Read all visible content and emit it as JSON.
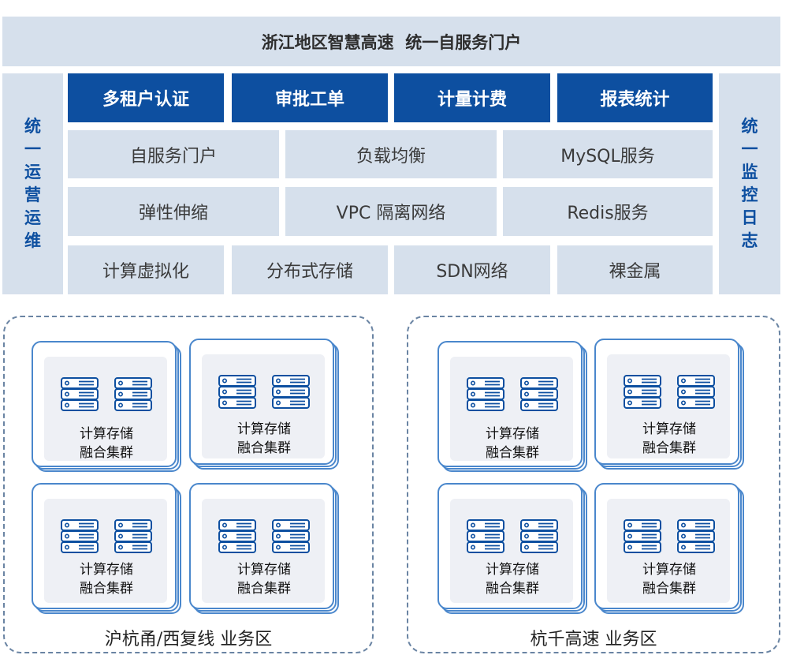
{
  "header": {
    "title": "浙江地区智慧高速  统一自服务门户"
  },
  "left_column": {
    "chars": [
      "统",
      "一",
      "运",
      "营",
      "运",
      "维"
    ]
  },
  "right_column": {
    "chars": [
      "统",
      "一",
      "监",
      "控",
      "日",
      "志"
    ]
  },
  "top_row": [
    "多租户认证",
    "审批工单",
    "计量计费",
    "报表统计"
  ],
  "row2": [
    "自服务门户",
    "负载均衡",
    "MySQL服务"
  ],
  "row3": [
    "弹性伸缩",
    "VPC 隔离网络",
    "Redis服务"
  ],
  "row4": [
    "计算虚拟化",
    "分布式存储",
    "SDN网络",
    "裸金属"
  ],
  "card_text": {
    "line1": "计算存储",
    "line2": "融合集群"
  },
  "zones": [
    {
      "label": "沪杭甬/西复线 业务区"
    },
    {
      "label": "杭千高速 业务区"
    }
  ],
  "colors": {
    "dark_blue": "#0d4fa0",
    "light_panel": "#d6e0ec",
    "border_blue": "#4a87cc",
    "dashed_border": "#6a84a3"
  }
}
